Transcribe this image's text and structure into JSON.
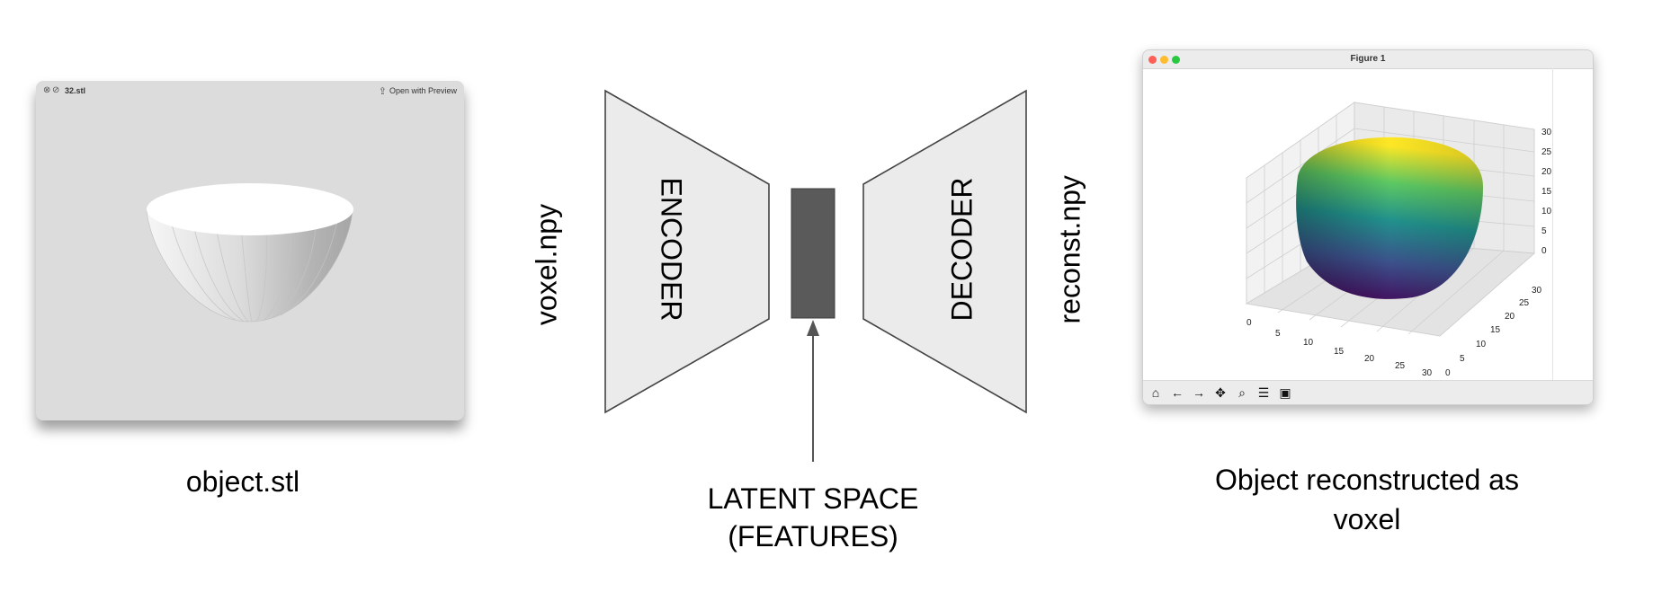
{
  "stl_window": {
    "filename": "32.stl",
    "close_icon": "circle-x-icon",
    "hide_icon": "circle-slash-icon",
    "share_icon": "share-icon",
    "open_with_label": "Open with Preview"
  },
  "captions": {
    "left": "object.stl",
    "input_label": "voxel.npy",
    "encoder": "ENCODER",
    "decoder": "DECODER",
    "output_label": "reconst.npy",
    "latent_line1": "LATENT SPACE",
    "latent_line2": "(FEATURES)",
    "right_line1": "Object reconstructed as",
    "right_line2": "voxel"
  },
  "figure_window": {
    "title": "Figure 1",
    "traffic_colors": [
      "#fe5f57",
      "#febc2e",
      "#28c840"
    ],
    "toolbar_icons": [
      "home-icon",
      "back-arrow-icon",
      "forward-arrow-icon",
      "pan-icon",
      "zoom-icon",
      "configure-icon",
      "save-icon"
    ],
    "z_ticks": [
      "0",
      "5",
      "10",
      "15",
      "20",
      "25",
      "30"
    ],
    "x_ticks": [
      "0",
      "5",
      "10",
      "15",
      "20",
      "25",
      "30"
    ],
    "y_ticks": [
      "0",
      "5",
      "10",
      "15",
      "20",
      "25",
      "30"
    ],
    "colormap": [
      "#440154",
      "#3b528b",
      "#21918c",
      "#5ec962",
      "#fde725"
    ]
  },
  "colors": {
    "trapezoid_fill": "#ebebeb",
    "trapezoid_stroke": "#444444",
    "latent_fill": "#5a5a5a",
    "arrow": "#555555"
  }
}
